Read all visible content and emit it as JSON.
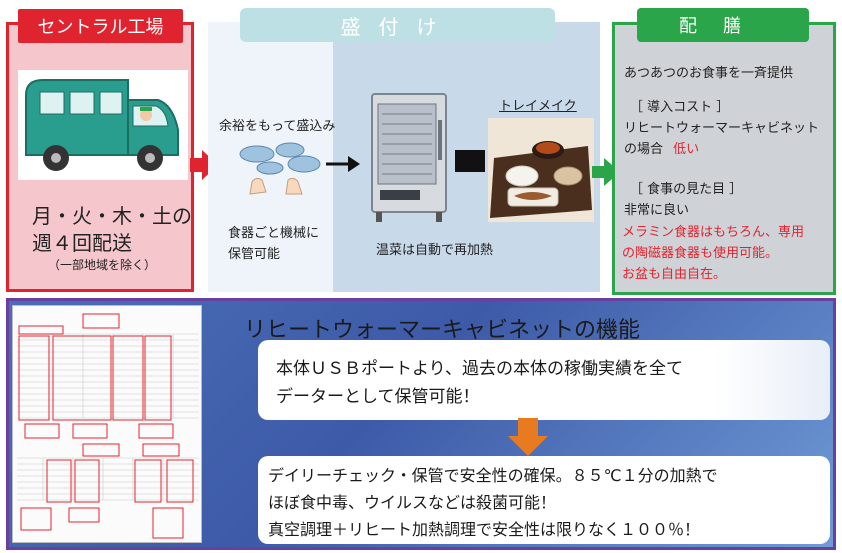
{
  "central": {
    "header": "セントラル工場",
    "days_line1": "月・火・木・土の",
    "days_line2": "週４回配送",
    "note": "（一部地域を除く）"
  },
  "moritsuke": {
    "header": "盛付け",
    "yoyu": "余裕をもって盛込み",
    "kiki_line1": "食器ごと機械に",
    "kiki_line2": "保管可能",
    "traymake": "トレイメイク",
    "reheat": "温菜は自動で再加熱"
  },
  "haizen": {
    "header": "配膳",
    "line1": "あつあつのお食事を一斉提供",
    "cost_heading": "［ 導入コスト ］",
    "cost_line1": "リヒートウォーマーキャビネット",
    "cost_line2": "の場合",
    "cost_value": "低い",
    "look_heading": "［ 食事の見た目 ］",
    "look_value": "非常に良い",
    "red_line1": "メラミン食器はもちろん、専用",
    "red_line2": "の陶磁器食器も使用可能。",
    "red_line3": "お盆も自由自在。"
  },
  "bottom": {
    "title": "リヒートウォーマーキャビネットの機能",
    "box1_line1": "本体ＵＳＢポートより、過去の本体の稼働実績を全て",
    "box1_line2": "データーとして保管可能！",
    "box2_line1": "デイリーチェック・保管で安全性の確保。８５℃１分の加熱で",
    "box2_line2": "ほぼ食中毒、ウイルスなどは殺菌可能！",
    "box2_line3": "真空調理＋リヒート加熱調理で安全性は限りなく１００％！"
  },
  "colors": {
    "red": "#e0242f",
    "green": "#2aa54a",
    "purple": "#6b3fa0",
    "orange": "#e87a1f"
  }
}
